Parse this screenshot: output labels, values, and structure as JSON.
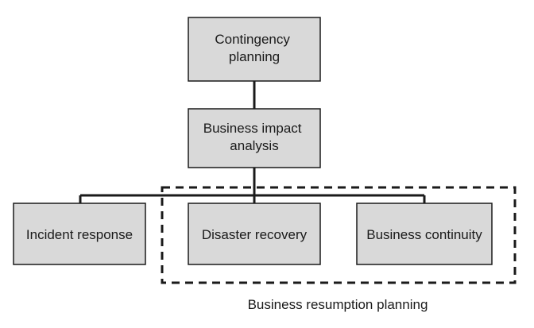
{
  "diagram": {
    "colors": {
      "box_fill": "#d9d9d9",
      "box_stroke": "#1a1a1a",
      "connector": "#1a1a1a",
      "text": "#1a1a1a"
    },
    "nodes": {
      "contingency": {
        "line1": "Contingency",
        "line2": "planning"
      },
      "bia": {
        "line1": "Business impact",
        "line2": "analysis"
      },
      "incident": {
        "label": "Incident response"
      },
      "disaster": {
        "label": "Disaster recovery"
      },
      "continuity": {
        "label": "Business continuity"
      }
    },
    "group": {
      "label": "Business resumption planning",
      "style": "dashed"
    }
  }
}
